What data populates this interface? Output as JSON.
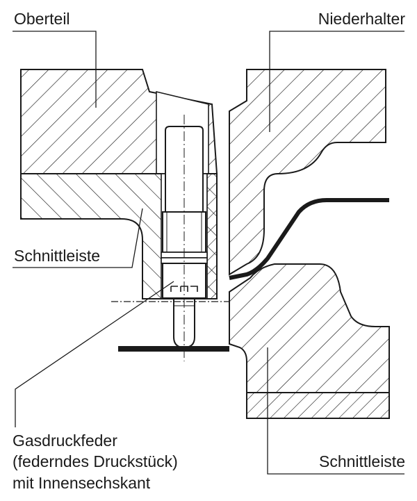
{
  "labels": {
    "oberteil": "Oberteil",
    "niederhalter": "Niederhalter",
    "schnittleiste_left": "Schnittleiste",
    "schnittleiste_right": "Schnittleiste",
    "gasdruckfeder_line1": "Gasdruckfeder",
    "gasdruckfeder_line2": "(federndes Druckstück)",
    "gasdruckfeder_line3": "mit Innensechskant"
  },
  "colors": {
    "line": "#1a1a1a",
    "hatch": "#1a1a1a",
    "background": "#ffffff"
  }
}
